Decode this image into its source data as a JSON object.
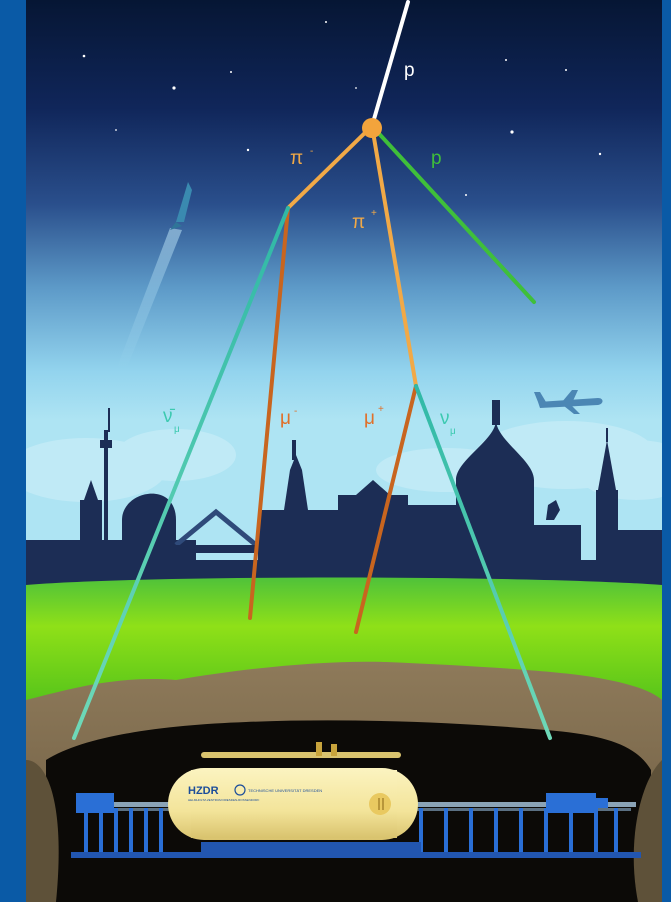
{
  "particles": {
    "primary_proton": "p",
    "secondary_proton": "p",
    "pi_minus": "π",
    "pi_minus_charge": "-",
    "pi_plus": "π",
    "pi_plus_charge": "+",
    "mu_minus": "μ",
    "mu_minus_charge": "-",
    "mu_plus": "μ",
    "mu_plus_charge": "+",
    "anti_nu_mu": "ν̄",
    "anti_nu_mu_sub": "μ",
    "nu_mu": "ν",
    "nu_mu_sub": "μ"
  },
  "detector": {
    "logo_text": "HZDR",
    "logo_subtext": "HELMHOLTZ-ZENTRUM DRESDEN-ROSSENDORF",
    "university_text": "TECHNISCHE UNIVERSITÄT DRESDEN"
  },
  "colors": {
    "frame": "#0a5aa6",
    "sky_top": "#061634",
    "sky_bottom": "#8fd3ee",
    "skyline": "#1c2d55",
    "grass": "#6ad21c",
    "pion_track": "#f1a947",
    "muon_track": "#c8651f",
    "neutrino_track": "#3cc9b0",
    "proton_track": "#3fbf3a",
    "vertex": "#f3a43c",
    "tank": "#f6e9a1",
    "rig": "#2a6fd6"
  }
}
